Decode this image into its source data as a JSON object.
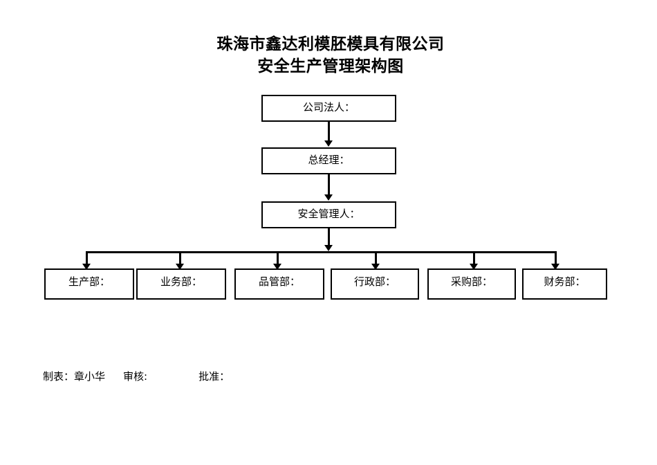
{
  "document": {
    "title_line_1": "珠海市鑫达利模胚模具有限公司",
    "title_line_2": "安全生产管理架构图"
  },
  "chart_data": {
    "type": "diagram",
    "diagram_type": "organization-chart",
    "title": "珠海市鑫达利模胚模具有限公司 安全生产管理架构图",
    "orientation": "top-down",
    "levels": [
      {
        "level": 1,
        "nodes": [
          "公司法人："
        ]
      },
      {
        "level": 2,
        "nodes": [
          "总经理："
        ]
      },
      {
        "level": 3,
        "nodes": [
          "安全管理人："
        ]
      },
      {
        "level": 4,
        "nodes": [
          "生产部：",
          "业务部：",
          "品管部：",
          "行政部：",
          "采购部：",
          "财务部："
        ]
      }
    ],
    "edges": [
      {
        "from": "公司法人：",
        "to": "总经理：",
        "style": "arrow"
      },
      {
        "from": "总经理：",
        "to": "安全管理人：",
        "style": "arrow"
      },
      {
        "from": "安全管理人：",
        "to": "生产部：",
        "style": "arrow-bus"
      },
      {
        "from": "安全管理人：",
        "to": "业务部：",
        "style": "arrow-bus"
      },
      {
        "from": "安全管理人：",
        "to": "品管部：",
        "style": "arrow-bus"
      },
      {
        "from": "安全管理人：",
        "to": "行政部：",
        "style": "arrow-bus"
      },
      {
        "from": "安全管理人：",
        "to": "采购部：",
        "style": "arrow-bus"
      },
      {
        "from": "安全管理人：",
        "to": "财务部：",
        "style": "arrow-bus"
      }
    ]
  },
  "nodes": {
    "legal_person": "公司法人：",
    "general_manager": "总经理：",
    "safety_manager": "安全管理人："
  },
  "departments": [
    {
      "label": "生产部："
    },
    {
      "label": "业务部："
    },
    {
      "label": "品管部："
    },
    {
      "label": "行政部："
    },
    {
      "label": "采购部："
    },
    {
      "label": "财务部："
    }
  ],
  "footer": {
    "maker_label": "制表：",
    "maker_value": "章小华",
    "reviewer_label": "审核:",
    "reviewer_value": "",
    "approver_label": "批准：",
    "approver_value": ""
  },
  "colors": {
    "page_background": "#ffffff",
    "line": "#000000",
    "text": "#000000"
  }
}
